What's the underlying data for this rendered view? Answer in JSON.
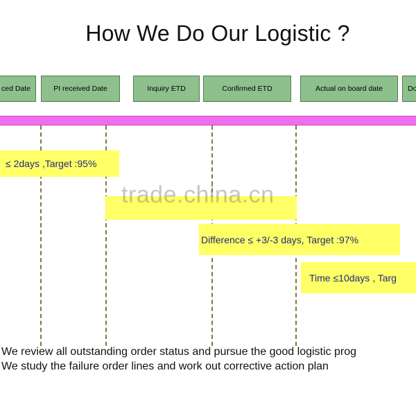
{
  "title": "How We Do Our Logistic ?",
  "stages": [
    {
      "id": "placed",
      "label": "ced Date"
    },
    {
      "id": "pi",
      "label": "PI received Date"
    },
    {
      "id": "inquiry",
      "label": "Inquiry ETD"
    },
    {
      "id": "confirmed",
      "label": "Confirmed ETD"
    },
    {
      "id": "onboard",
      "label": "Actual on board date"
    },
    {
      "id": "last",
      "label": "Do"
    }
  ],
  "kpis": {
    "k1": "≤ 2days ,Target :95%",
    "k2": "",
    "k3": "Difference ≤ +3/-3 days, Target :97%",
    "k4": "Time ≤10days , Targ"
  },
  "watermark": "trade.china.cn",
  "notes": [
    "We review all outstanding order status and pursue the good logistic prog",
    "We study the failure order lines and work out corrective action plan"
  ],
  "colors": {
    "stage_fill": "#8dc08c",
    "timeline": "#ee6fee",
    "kpi_fill": "#ffff66",
    "kpi_text": "#1f2a7a",
    "guide_line": "#7a7a36"
  }
}
